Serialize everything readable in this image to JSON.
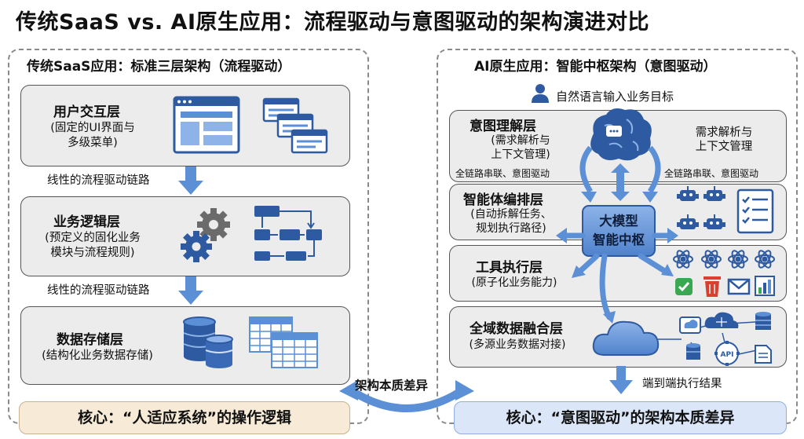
{
  "title": "传统SaaS vs. AI原生应用：流程驱动与意图驱动的架构演进对比",
  "left": {
    "heading": "传统SaaS应用：标准三层架构（流程驱动）",
    "layers": [
      {
        "name": "用户交互层",
        "desc": "(固定的UI界面与\n多级菜单)"
      },
      {
        "name": "业务逻辑层",
        "desc": "(预定义的固化业务\n模块与流程规则)"
      },
      {
        "name": "数据存储层",
        "desc": "(结构化业务数据存储)"
      }
    ],
    "flow_labels": [
      "线性的流程驱动链路",
      "线性的流程驱动链路"
    ],
    "core": "核心：“人适应系统”的操作逻辑"
  },
  "right": {
    "heading": "AI原生应用：智能中枢架构（意图驱动）",
    "user_input": "自然语言输入业务目标",
    "layers": [
      {
        "name": "意图理解层",
        "desc": "(需求解析与\n上下文管理)"
      },
      {
        "name": "智能体编排层",
        "desc": "(自动拆解任务、\n规划执行路径)"
      },
      {
        "name": "工具执行层",
        "desc": "(原子化业务能力)"
      },
      {
        "name": "全域数据融合层",
        "desc": "(多源业务数据对接)"
      }
    ],
    "intent_side_note": "需求解析与\n上下文管理",
    "link_label_left": "全链路串联、意图驱动",
    "link_label_right": "全链路串联、意图驱动",
    "hub": "大模型\n智能中枢",
    "output": "端到端执行结果",
    "api_label": "API",
    "core": "核心：“意图驱动”的架构本质差异"
  },
  "difference_label": "架构本质差异",
  "colors": {
    "accent_blue": "#5b8fd6",
    "dark_blue": "#2d5aa0",
    "icon_gray": "#6b6b6b",
    "left_core_bg": "#f7ebd8",
    "right_core_bg": "#dbe7f8",
    "green": "#3aa850",
    "red": "#d9402f"
  },
  "icons": [
    "user-icon",
    "brain-icon",
    "robot-icon",
    "checklist-icon",
    "atom-icon",
    "check-icon",
    "trash-icon",
    "mail-icon",
    "chart-icon",
    "cloud-icon",
    "database-icon",
    "table-icon",
    "gear-icon",
    "ui-window-icon",
    "flowchart-icon",
    "document-icon"
  ]
}
